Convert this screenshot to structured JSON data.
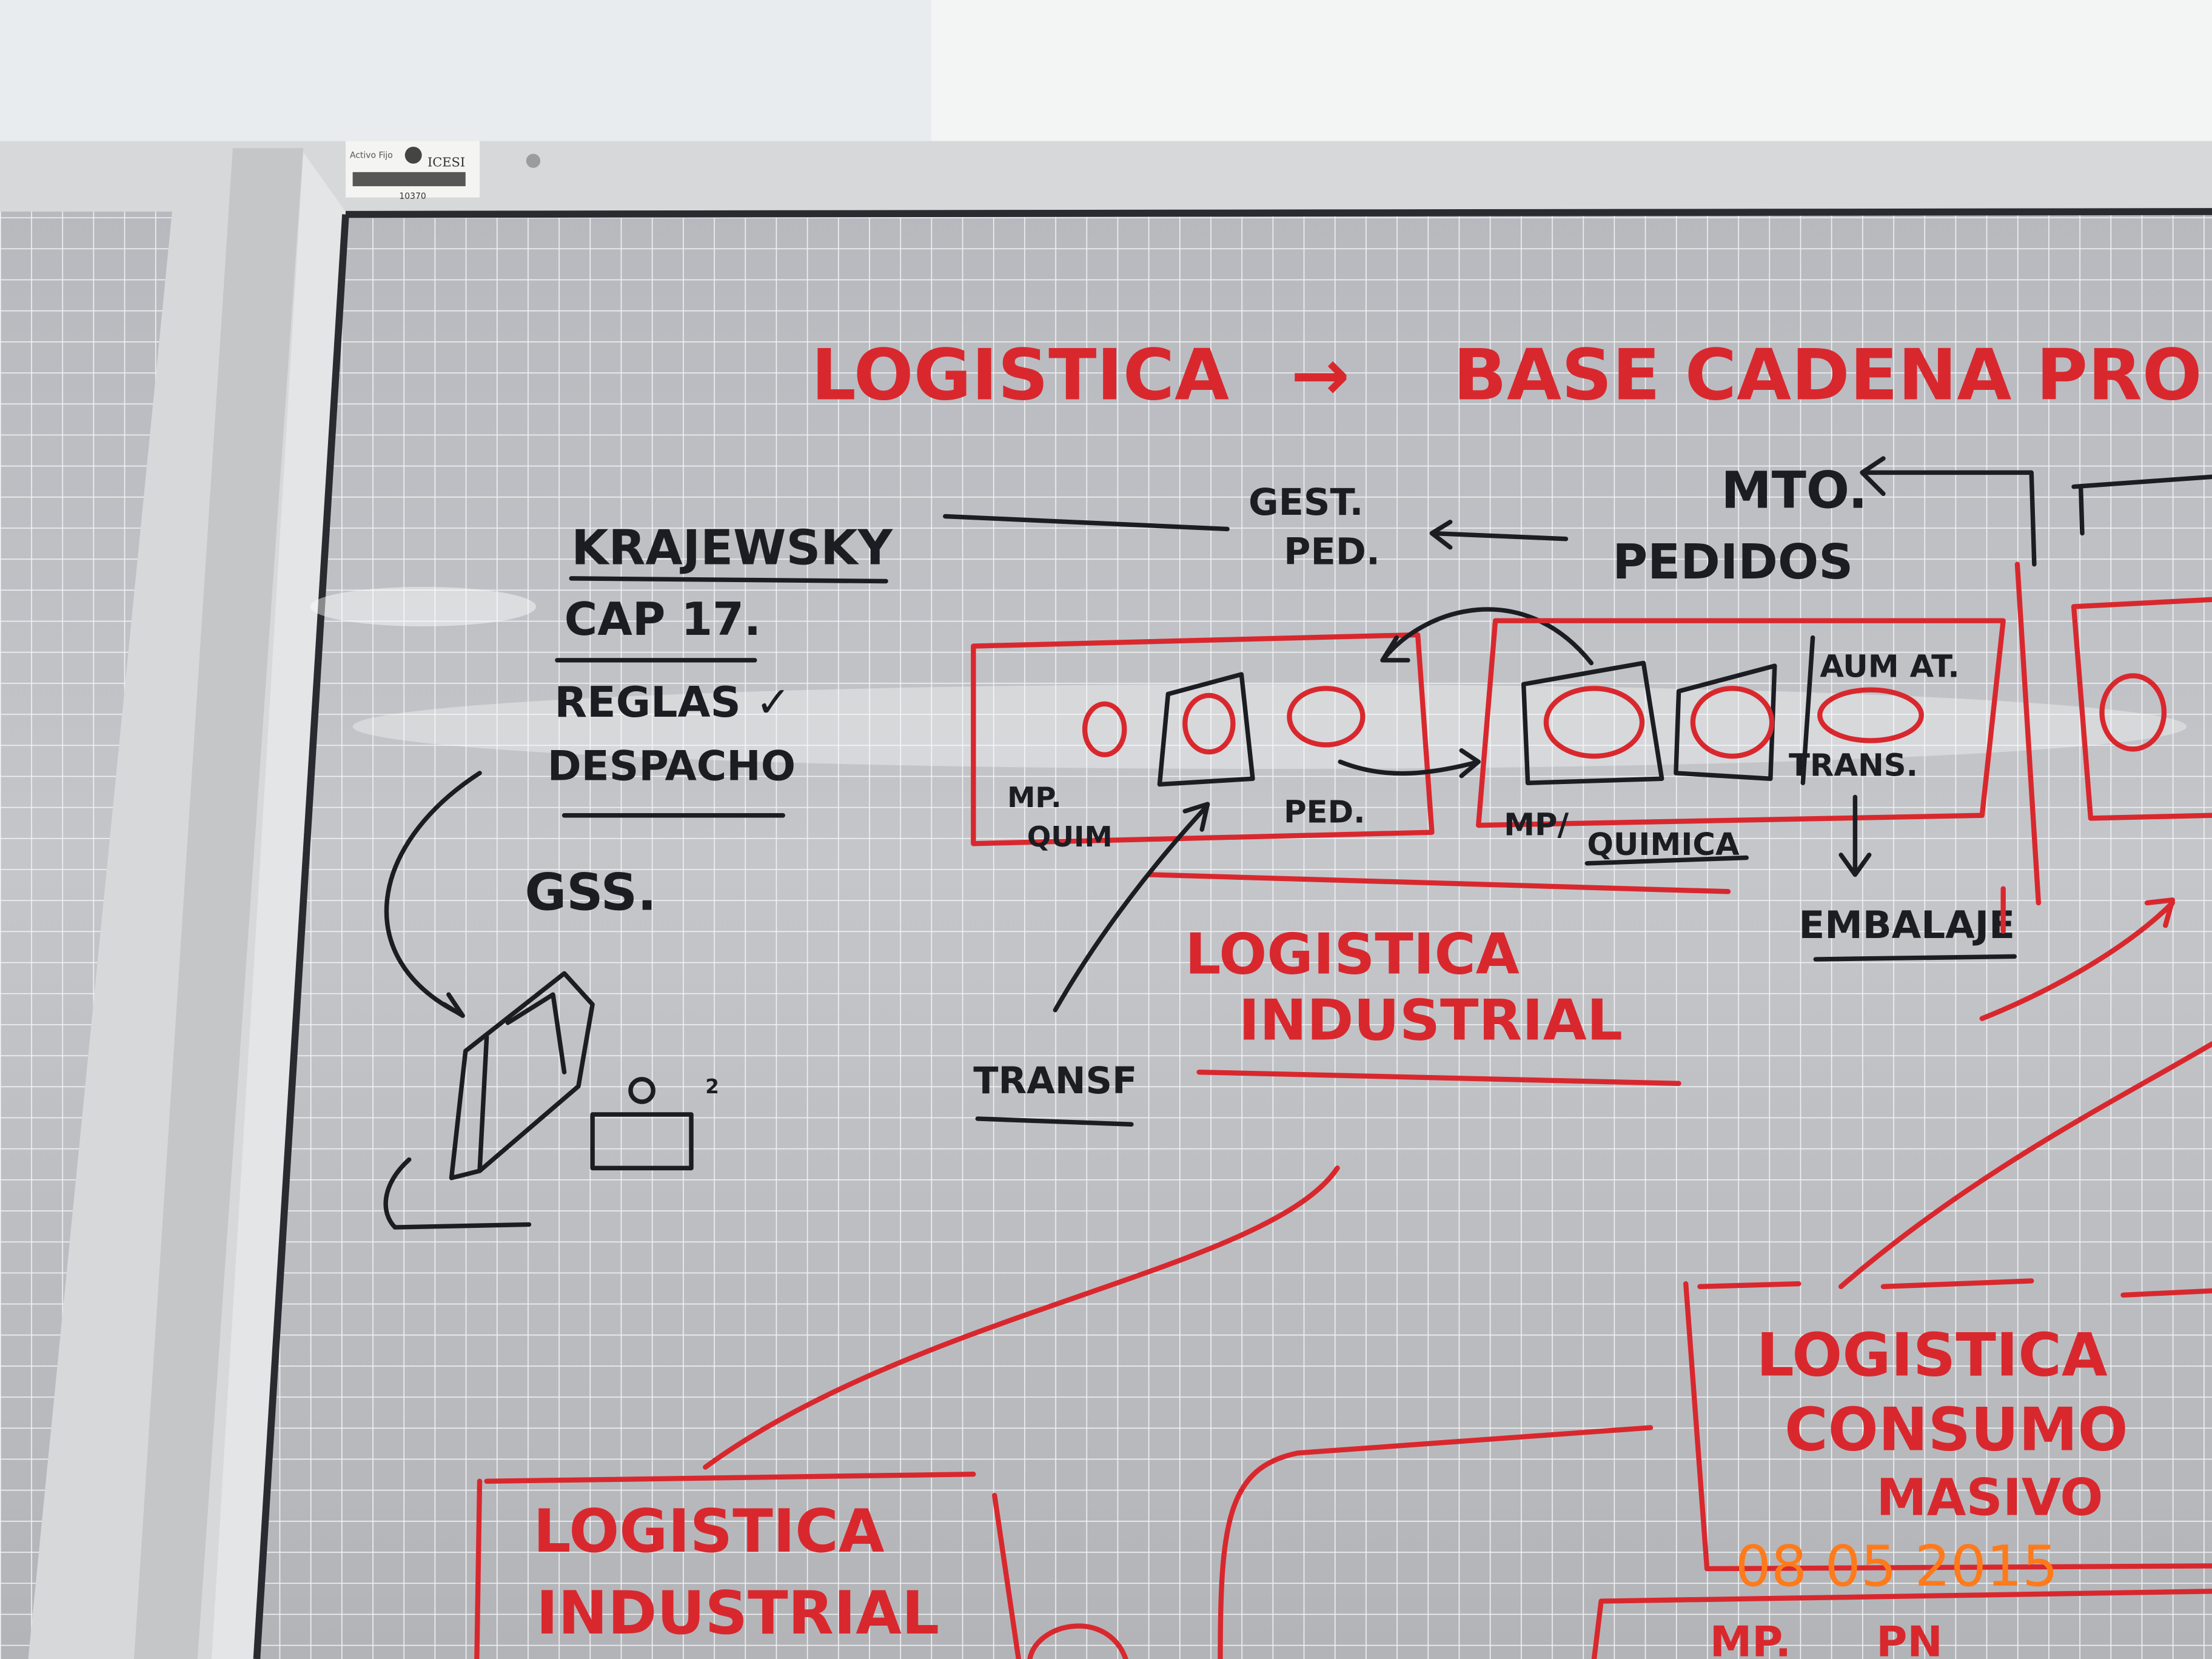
{
  "asset_tag": {
    "label": "Activo Fijo",
    "brand": "ICESI",
    "number": "10370"
  },
  "title": {
    "text": "LOGISTICA",
    "arrow": "→",
    "rest": "BASE CADENA PRO"
  },
  "notes": {
    "reference": "KRAJEWSKY",
    "chapter": "CAP 17.",
    "rules": "REGLAS ✓",
    "dispatch": "DESPACHO",
    "gss": "GSS."
  },
  "flow": {
    "gest_ped_1": "GEST.",
    "gest_ped_2": "PED.",
    "mto": "MTO.",
    "pedidos": "PEDIDOS",
    "mp_quim_1": "MP.",
    "mp_quim_2": "QUIM",
    "ped": "PED.",
    "mp": "MP/",
    "quimica": "QUIMICA",
    "aum_at": "AUM AT.",
    "trans": "TRANS.",
    "embalaje": "EMBALAJE",
    "transf": "TRANSF",
    "sq": "2"
  },
  "red_labels": {
    "industrial_1": "LOGISTICA",
    "industrial_2": "INDUSTRIAL",
    "consumo_1": "LOGISTICA",
    "consumo_2": "CONSUMO",
    "consumo_3": "MASIVO",
    "bottom_industrial_1": "LOGISTICA",
    "bottom_industrial_2": "INDUSTRIAL",
    "bottom_mp": "MP.",
    "bottom_pn": "PN"
  },
  "date_stamp": "08 05 2015",
  "colors": {
    "marker_red": "#d8282e",
    "marker_black": "#1c1d22",
    "stamp": "#ff7a1a"
  }
}
